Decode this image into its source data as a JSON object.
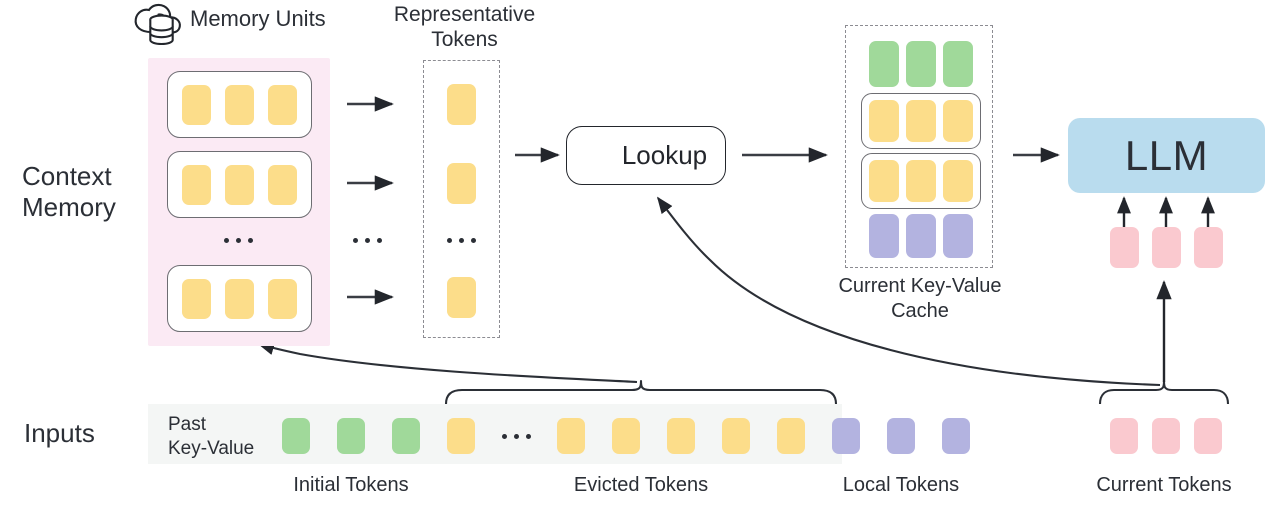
{
  "diagram": {
    "title_icon": "cloud-database-icon",
    "labels": {
      "memory_units": "Memory Units",
      "representative_tokens": "Representative\nTokens",
      "context_memory": "Context\nMemory",
      "lookup": "Lookup",
      "current_kv_cache": "Current Key-Value\nCache",
      "llm": "LLM",
      "inputs": "Inputs",
      "past_key_value": "Past\nKey-Value",
      "initial_tokens": "Initial Tokens",
      "evicted_tokens": "Evicted Tokens",
      "local_tokens": "Local Tokens",
      "current_tokens": "Current Tokens",
      "ellipsis": "..."
    },
    "colors": {
      "token_yellow": "#fcdd8a",
      "token_green": "#a0d99a",
      "token_purple": "#b3b3e0",
      "token_pink": "#fac9cf",
      "context_memory_panel": "#fbeaf4",
      "inputs_strip": "#f4f6f5",
      "llm_box": "#b9dcee",
      "text": "#2b2f36",
      "stroke": "#23262c"
    },
    "context_memory": {
      "unit_count_visible": 3,
      "tokens_per_unit": 3,
      "token_color": "token_yellow",
      "has_vertical_ellipsis": true
    },
    "representative_tokens": {
      "visible_tokens": 3,
      "token_color": "token_yellow",
      "has_ellipsis": true,
      "container": "dashed"
    },
    "kv_cache": {
      "container": "dashed",
      "rows": [
        {
          "name": "initial",
          "color": "token_green",
          "count": 3,
          "boxed": false
        },
        {
          "name": "retrieved-unit-1",
          "color": "token_yellow",
          "count": 3,
          "boxed": true
        },
        {
          "name": "retrieved-unit-2",
          "color": "token_yellow",
          "count": 3,
          "boxed": true
        },
        {
          "name": "local",
          "color": "token_purple",
          "count": 3,
          "boxed": false
        }
      ]
    },
    "llm_inputs": {
      "token_color": "token_pink",
      "count": 3
    },
    "inputs_row": {
      "segments": [
        {
          "name": "initial-tokens",
          "color": "token_green",
          "count": 3,
          "label": "Initial Tokens"
        },
        {
          "name": "evicted-tokens-head",
          "color": "token_yellow",
          "count": 1,
          "label": ""
        },
        {
          "name": "evicted-ellipsis",
          "color": "",
          "count": 0,
          "label": "..."
        },
        {
          "name": "evicted-tokens-tail",
          "color": "token_yellow",
          "count": 5,
          "label": "Evicted Tokens"
        },
        {
          "name": "local-tokens",
          "color": "token_purple",
          "count": 3,
          "label": "Local Tokens"
        }
      ],
      "current_tokens": {
        "color": "token_pink",
        "count": 3,
        "label": "Current Tokens"
      }
    },
    "arrows": [
      {
        "name": "memory-unit-1-to-rep",
        "type": "straight"
      },
      {
        "name": "memory-unit-2-to-rep",
        "type": "straight"
      },
      {
        "name": "memory-unit-n-to-rep",
        "type": "straight"
      },
      {
        "name": "rep-tokens-to-lookup",
        "type": "straight"
      },
      {
        "name": "lookup-to-kv-cache",
        "type": "straight"
      },
      {
        "name": "kv-cache-to-llm",
        "type": "straight"
      },
      {
        "name": "evicted-tokens-to-context-memory",
        "type": "curved"
      },
      {
        "name": "evicted-tokens-to-lookup",
        "type": "curved"
      },
      {
        "name": "current-tokens-to-llm",
        "type": "curved"
      },
      {
        "name": "pink-tokens-to-llm",
        "type": "straight-up",
        "count": 3
      }
    ]
  }
}
